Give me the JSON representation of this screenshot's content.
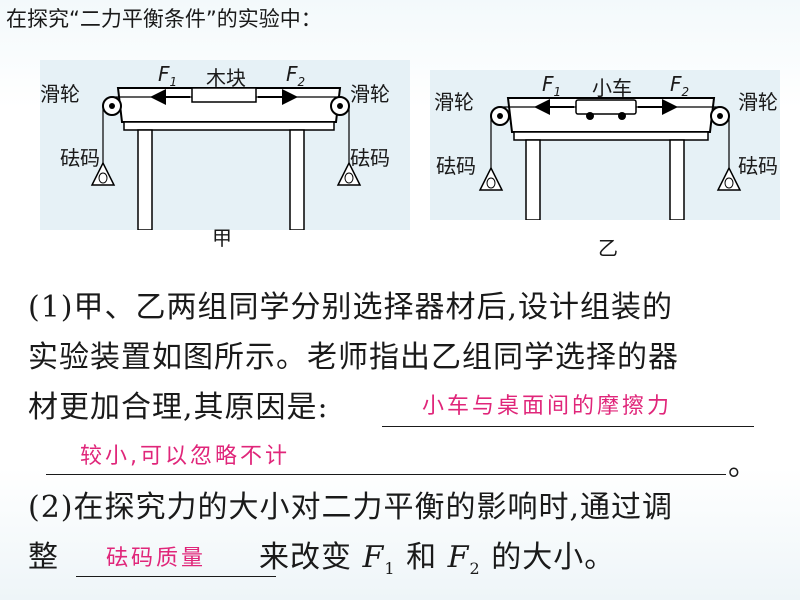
{
  "intro": "在探究“二力平衡条件”的实验中：",
  "figure_a": {
    "caption": "甲",
    "pulley_left": "滑轮",
    "pulley_right": "滑轮",
    "weight_left": "砝码",
    "weight_right": "砝码",
    "object": "木块",
    "force_left": "F",
    "force_left_sub": "1",
    "force_right": "F",
    "force_right_sub": "2"
  },
  "figure_b": {
    "caption": "乙",
    "pulley_left": "滑轮",
    "pulley_right": "滑轮",
    "weight_left": "砝码",
    "weight_right": "砝码",
    "object": "小车",
    "force_left": "F",
    "force_left_sub": "1",
    "force_right": "F",
    "force_right_sub": "2"
  },
  "question1": {
    "line1": "(1)甲、乙两组同学分别选择器材后,设计组装的",
    "line2": "实验装置如图所示。老师指出乙组同学选择的器",
    "line3": "材更加合理,其原因是:",
    "answer_part1": "小车与桌面间的摩擦力",
    "answer_part2": "较小,可以忽略不计",
    "end_mark": "。"
  },
  "question2": {
    "line1": "(2)在探究力的大小对二力平衡的影响时,通过调",
    "line2_prefix": "整",
    "answer": "砝码质量",
    "line2_suffix_a": "来改变",
    "f1": "F",
    "f1_sub": "1",
    "and": "和",
    "f2": "F",
    "f2_sub": "2",
    "line2_suffix_b": "的大小。"
  }
}
